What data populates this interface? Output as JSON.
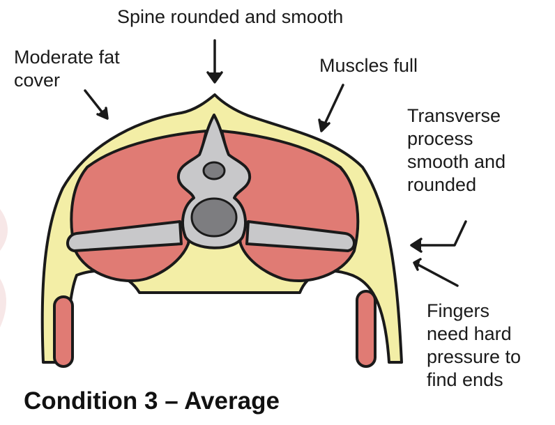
{
  "labels": {
    "spine": "Spine rounded and smooth",
    "fat": "Moderate fat\ncover",
    "muscles": "Muscles full",
    "transverse": "Transverse\nprocess\nsmooth and\nrounded",
    "fingers": "Fingers\nneed hard\npressure to\nfind ends"
  },
  "caption": "Condition 3 – Average",
  "colors": {
    "fat": "#f3eea6",
    "muscle": "#e07b74",
    "bone": "#c8c8ca",
    "bone_core": "#7d7d80",
    "outline": "#1a1a1a",
    "background_blush": "#f7e7e7"
  }
}
